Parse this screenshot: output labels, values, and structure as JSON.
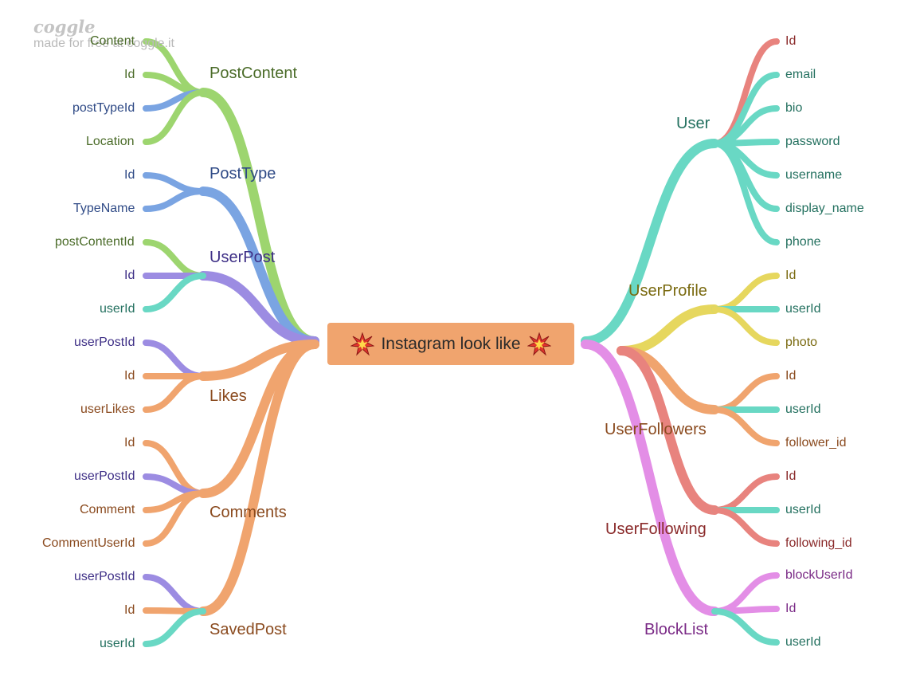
{
  "watermark": {
    "brand": "coggle",
    "tagline": "made for free at coggle.it"
  },
  "root": {
    "label": "Instagram look like",
    "icon_left": "collision-icon",
    "icon_right": "collision-icon"
  },
  "colors": {
    "root": "#f0a46e",
    "green": "#9dd56f",
    "blue": "#7aa4e2",
    "purple": "#9c8ce2",
    "orange": "#f0a46e",
    "teal": "#69d8c4",
    "red": "#e8837e",
    "yellow": "#e6d75e",
    "pink": "#e38ee6"
  },
  "branches": [
    {
      "label": "PostContent",
      "side": "left",
      "color": "green",
      "children": [
        {
          "label": "Content",
          "color": "green"
        },
        {
          "label": "Id",
          "color": "green"
        },
        {
          "label": "postTypeId",
          "color": "blue"
        },
        {
          "label": "Location",
          "color": "green"
        }
      ]
    },
    {
      "label": "PostType",
      "side": "left",
      "color": "blue",
      "children": [
        {
          "label": "Id",
          "color": "blue"
        },
        {
          "label": "TypeName",
          "color": "blue"
        }
      ]
    },
    {
      "label": "UserPost",
      "side": "left",
      "color": "purple",
      "children": [
        {
          "label": "postContentId",
          "color": "green"
        },
        {
          "label": "Id",
          "color": "purple"
        },
        {
          "label": "userId",
          "color": "teal"
        }
      ]
    },
    {
      "label": "Likes",
      "side": "left",
      "color": "orange",
      "children": [
        {
          "label": "userPostId",
          "color": "purple"
        },
        {
          "label": "Id",
          "color": "orange"
        },
        {
          "label": "userLikes",
          "color": "orange"
        }
      ]
    },
    {
      "label": "Comments",
      "side": "left",
      "color": "orange",
      "children": [
        {
          "label": "Id",
          "color": "orange"
        },
        {
          "label": "userPostId",
          "color": "purple"
        },
        {
          "label": "Comment",
          "color": "orange"
        },
        {
          "label": "CommentUserId",
          "color": "orange"
        }
      ]
    },
    {
      "label": "SavedPost",
      "side": "left",
      "color": "orange",
      "children": [
        {
          "label": "userPostId",
          "color": "purple"
        },
        {
          "label": "Id",
          "color": "orange"
        },
        {
          "label": "userId",
          "color": "teal"
        }
      ]
    },
    {
      "label": "User",
      "side": "right",
      "color": "teal",
      "children": [
        {
          "label": "Id",
          "color": "red"
        },
        {
          "label": "email",
          "color": "teal"
        },
        {
          "label": "bio",
          "color": "teal"
        },
        {
          "label": "password",
          "color": "teal"
        },
        {
          "label": "username",
          "color": "teal"
        },
        {
          "label": "display_name",
          "color": "teal"
        },
        {
          "label": "phone",
          "color": "teal"
        }
      ]
    },
    {
      "label": "UserProfile",
      "side": "right",
      "color": "yellow",
      "children": [
        {
          "label": "Id",
          "color": "yellow"
        },
        {
          "label": "userId",
          "color": "teal"
        },
        {
          "label": "photo",
          "color": "yellow"
        }
      ]
    },
    {
      "label": "UserFollowers",
      "side": "right",
      "color": "orange",
      "children": [
        {
          "label": "Id",
          "color": "orange"
        },
        {
          "label": "userId",
          "color": "teal"
        },
        {
          "label": "follower_id",
          "color": "orange"
        }
      ]
    },
    {
      "label": "UserFollowing",
      "side": "right",
      "color": "red",
      "children": [
        {
          "label": "Id",
          "color": "red"
        },
        {
          "label": "userId",
          "color": "teal"
        },
        {
          "label": "following_id",
          "color": "red"
        }
      ]
    },
    {
      "label": "BlockList",
      "side": "right",
      "color": "pink",
      "children": [
        {
          "label": "blockUserId",
          "color": "pink"
        },
        {
          "label": "Id",
          "color": "pink"
        },
        {
          "label": "userId",
          "color": "teal"
        }
      ]
    }
  ]
}
